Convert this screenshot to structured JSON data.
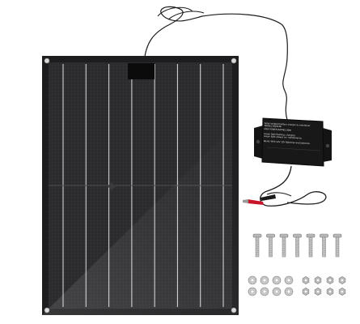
{
  "product": {
    "name": "solar-panel-battery-charger-kit",
    "panel": {
      "busbar_count": 8,
      "color": "#2a2a2c"
    },
    "controller": {
      "color": "#141414",
      "text": {
        "line1": "Solar Isolated battery charger & maintainer",
        "line2": "MODEL:HSD03B",
        "line3": "MAX POWER RATING:30W",
        "line4": "Green light flashing: charging",
        "line5": "Green light always on: maintenance",
        "line6": "Works With 12V 12V Batteries and batteries"
      }
    },
    "hardware": {
      "bolt_count": 7,
      "washer_count": 8,
      "nut_count": 8,
      "clip_colors": [
        "#c8152a",
        "#1a1a1a"
      ]
    }
  }
}
